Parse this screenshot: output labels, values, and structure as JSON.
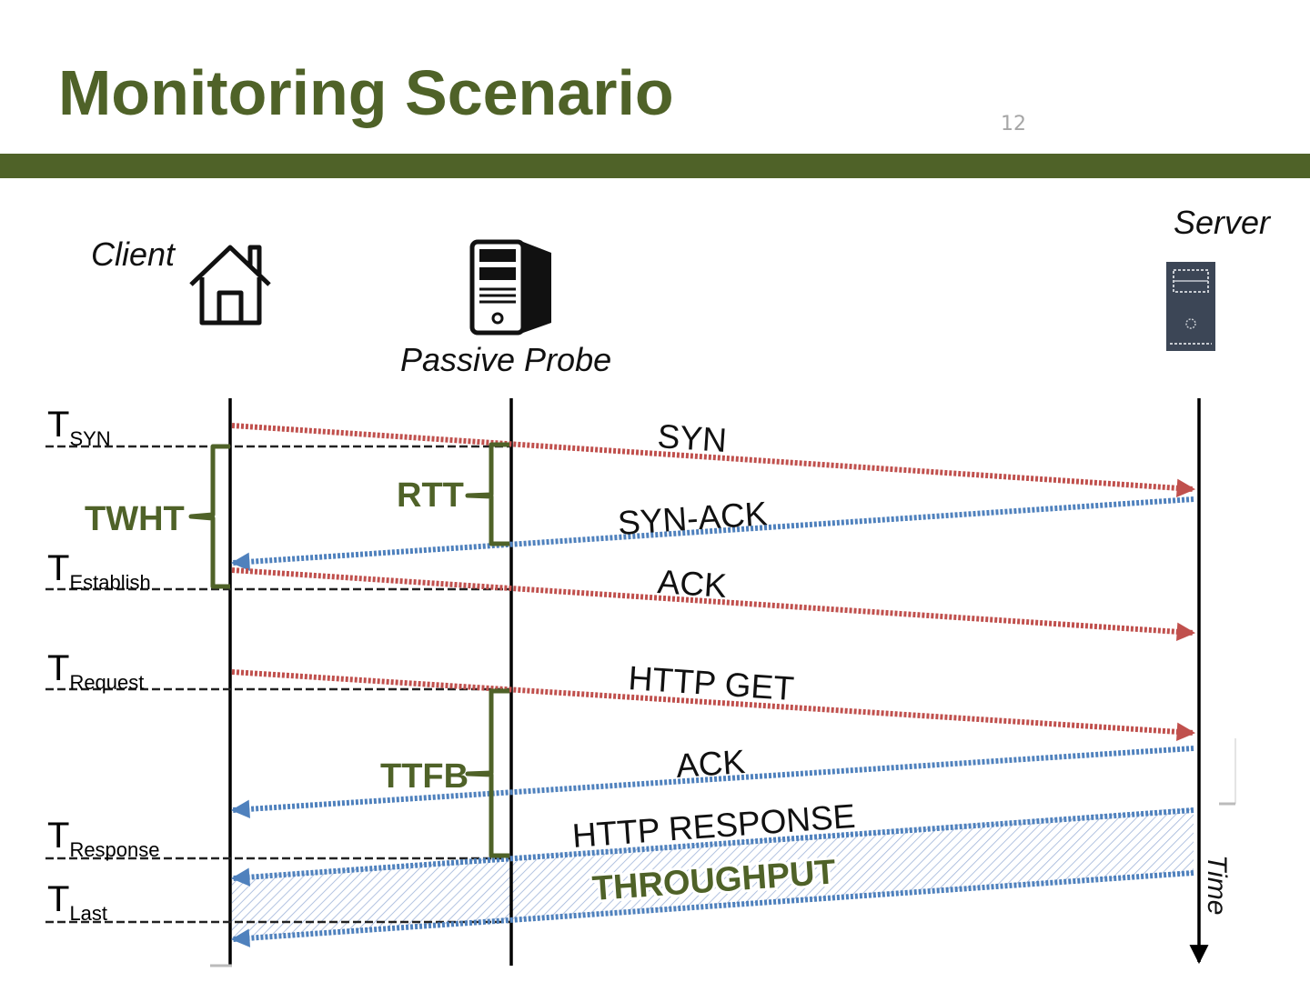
{
  "slide": {
    "title": "Monitoring Scenario",
    "page_number": "12"
  },
  "actors": {
    "client": "Client",
    "probe": "Passive Probe",
    "server": "Server"
  },
  "time_markers": [
    {
      "main": "T",
      "sub": "SYN"
    },
    {
      "main": "T",
      "sub": "Establish"
    },
    {
      "main": "T",
      "sub": "Request"
    },
    {
      "main": "T",
      "sub": "Response"
    },
    {
      "main": "T",
      "sub": "Last"
    }
  ],
  "messages": {
    "syn": "SYN",
    "syn_ack": "SYN-ACK",
    "ack1": "ACK",
    "http_get": "HTTP GET",
    "ack2": "ACK",
    "http_response": "HTTP RESPONSE"
  },
  "intervals": {
    "twht": "TWHT",
    "rtt": "RTT",
    "ttfb": "TTFB",
    "throughput": "THROUGHPUT"
  },
  "time_axis_label": "Time",
  "colors": {
    "accent": "#4F6228",
    "request_arrow": "#C0504D",
    "response_arrow": "#4F81BD"
  }
}
